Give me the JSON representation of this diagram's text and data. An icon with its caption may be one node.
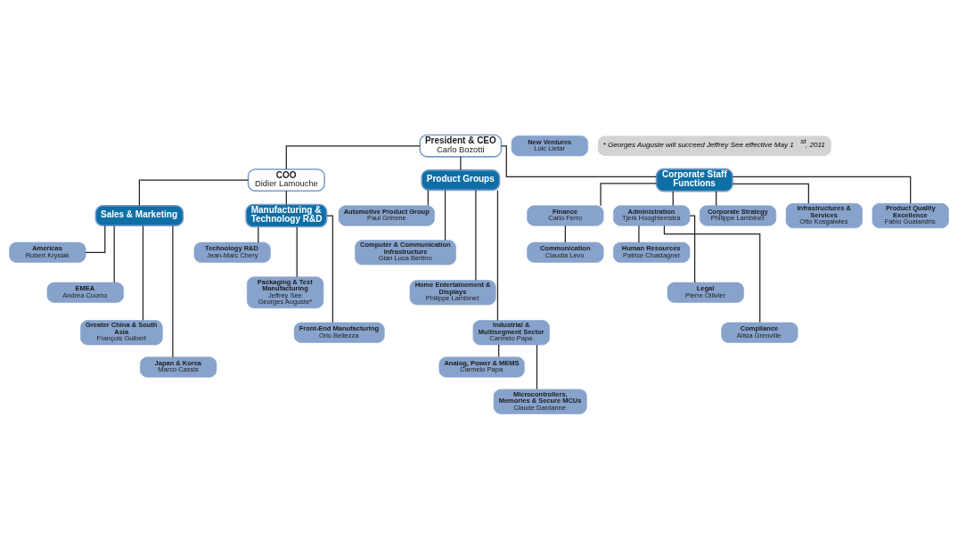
{
  "diagram": {
    "nodes": [
      {
        "text": [
          "President & CEO",
          "Carlo Bozotti"
        ]
      },
      {
        "text": [
          "COO",
          "Didier Lamouche"
        ]
      },
      {
        "text": [
          "Sales & Marketing"
        ]
      },
      {
        "text": [
          "Manufacturing & Technology R&D"
        ]
      },
      {
        "text": [
          "Product Groups"
        ]
      },
      {
        "text": [
          "Corporate Staff Functions"
        ]
      },
      {
        "text": [
          "Americas",
          "Robert Krysiak"
        ]
      },
      {
        "text": [
          "EMEA",
          "Andrea Cuomo"
        ]
      },
      {
        "text": [
          "Greater China & South Asia",
          "François Guibert"
        ]
      },
      {
        "text": [
          "Japan & Korea",
          "Marco Cassis"
        ]
      },
      {
        "text": [
          "Technology R&D",
          "Jean-Marc Chery"
        ]
      },
      {
        "text": [
          "Packaging & Test Manufacturing",
          "Jeffrey See",
          "Georges Auguste*"
        ]
      },
      {
        "text": [
          "Front-End Manufacturing",
          "Orio Bellezza"
        ]
      },
      {
        "text": [
          "Automotive Product Group",
          "Paul Grimme"
        ]
      },
      {
        "text": [
          "Computer & Communication Infrastructure",
          "Gian Luca Bertino"
        ]
      },
      {
        "text": [
          "Home Entertainement & Displays",
          "Philippe Lambinet"
        ]
      },
      {
        "text": [
          "Industrial & Multisegment Sector",
          "Carmelo Papa"
        ]
      },
      {
        "text": [
          "Analog, Power & MEMS",
          "Carmelo Papa"
        ]
      },
      {
        "text": [
          "Microcontrollers, Memories & Secure MCUs",
          "Claude Dardanne"
        ]
      },
      {
        "text": [
          "Finance",
          "Carlo Ferro"
        ]
      },
      {
        "text": [
          "Communication",
          "Claudia Levo"
        ]
      },
      {
        "text": [
          "Administration",
          "Tjerk Hooghiemstra"
        ]
      },
      {
        "text": [
          "Human Resources",
          "Patrice Chastagner"
        ]
      },
      {
        "text": [
          "Legal",
          "Pierre Ollivier"
        ]
      },
      {
        "text": [
          "Compliance",
          "Alisia Grenville"
        ]
      },
      {
        "text": [
          "Corporate Strategy",
          "Philippe Lambinet"
        ]
      },
      {
        "text": [
          "Infrastructures & Services",
          "Otto Kosgalwies"
        ]
      },
      {
        "text": [
          "Product Quality Excellence",
          "Fabio Gualandris"
        ]
      },
      {
        "text": [
          "New Ventures",
          "Loic Lietar"
        ]
      }
    ],
    "edges": [
      {
        "from": 0,
        "to": 1,
        "arrow": "none"
      },
      {
        "from": 1,
        "to": 2,
        "arrow": "none"
      },
      {
        "from": 1,
        "to": 3,
        "arrow": "none"
      },
      {
        "from": 0,
        "to": 4,
        "arrow": "none"
      },
      {
        "from": 0,
        "to": 5,
        "arrow": "none"
      },
      {
        "from": 2,
        "to": 6,
        "arrow": "none"
      },
      {
        "from": 2,
        "to": 7,
        "arrow": "none"
      },
      {
        "from": 2,
        "to": 8,
        "arrow": "none"
      },
      {
        "from": 2,
        "to": 9,
        "arrow": "none"
      },
      {
        "from": 3,
        "to": 10,
        "arrow": "none"
      },
      {
        "from": 3,
        "to": 11,
        "arrow": "none"
      },
      {
        "from": 3,
        "to": 12,
        "arrow": "none"
      },
      {
        "from": 4,
        "to": 13,
        "arrow": "none"
      },
      {
        "from": 4,
        "to": 14,
        "arrow": "none"
      },
      {
        "from": 4,
        "to": 15,
        "arrow": "none"
      },
      {
        "from": 4,
        "to": 16,
        "arrow": "none"
      },
      {
        "from": 16,
        "to": 17,
        "arrow": "none"
      },
      {
        "from": 16,
        "to": 18,
        "arrow": "none"
      },
      {
        "from": 5,
        "to": 19,
        "arrow": "none"
      },
      {
        "from": 5,
        "to": 21,
        "arrow": "none"
      },
      {
        "from": 5,
        "to": 25,
        "arrow": "none"
      },
      {
        "from": 5,
        "to": 26,
        "arrow": "none"
      },
      {
        "from": 5,
        "to": 27,
        "arrow": "none"
      },
      {
        "from": 19,
        "to": 20,
        "arrow": "none"
      },
      {
        "from": 21,
        "to": 22,
        "arrow": "none"
      },
      {
        "from": 21,
        "to": 23,
        "arrow": "none"
      },
      {
        "from": 21,
        "to": 24,
        "arrow": "none"
      }
    ],
    "labels": [
      "* Georges Auguste will succeed Jeffrey See effective May 1$^{st}$, 2011"
    ]
  }
}
